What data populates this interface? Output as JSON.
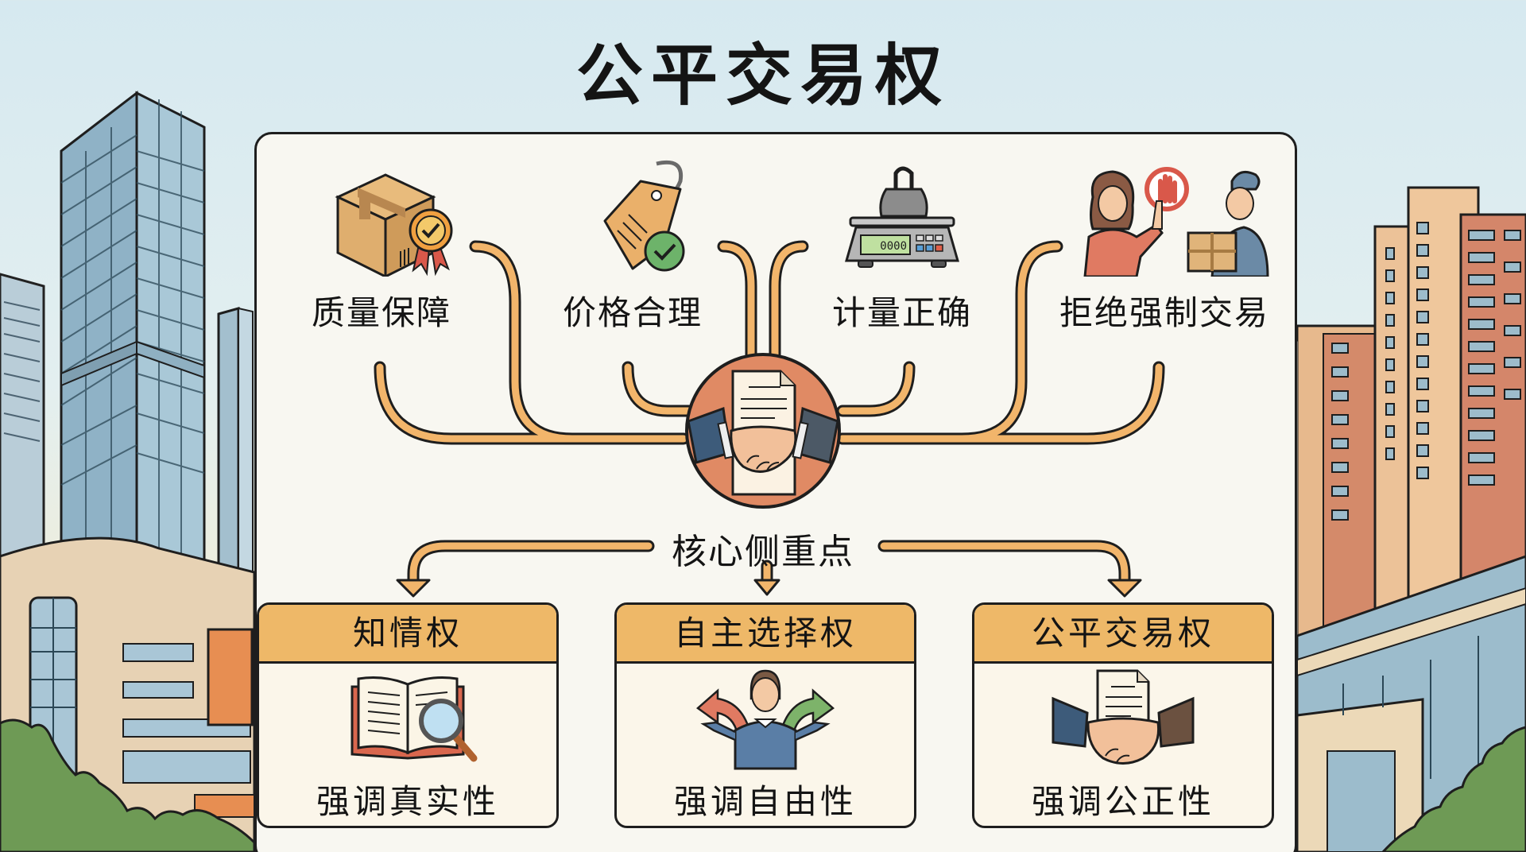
{
  "title": "公平交易权",
  "features": [
    {
      "label": "质量保障",
      "icon": "package-certified-icon"
    },
    {
      "label": "价格合理",
      "icon": "price-tag-check-icon"
    },
    {
      "label": "计量正确",
      "icon": "weighing-scale-icon",
      "display": "0000"
    },
    {
      "label": "拒绝强制交易",
      "icon": "refuse-forced-sale-icon"
    }
  ],
  "center": {
    "label": "核心侧重点",
    "icon": "handshake-contract-icon"
  },
  "cards": [
    {
      "title": "知情权",
      "caption": "强调真实性",
      "icon": "book-magnifier-icon"
    },
    {
      "title": "自主选择权",
      "caption": "强调自由性",
      "icon": "person-choice-arrows-icon"
    },
    {
      "title": "公平交易权",
      "caption": "强调公正性",
      "icon": "handshake-contract-icon"
    }
  ],
  "colors": {
    "connector": "#f2b56b",
    "card_header": "#eeb868",
    "card_body": "#fbf6ea",
    "board": "#f8f7f1",
    "center_circle": "#e08a64",
    "check_green": "#6db36a",
    "stop_red": "#d9584a"
  }
}
